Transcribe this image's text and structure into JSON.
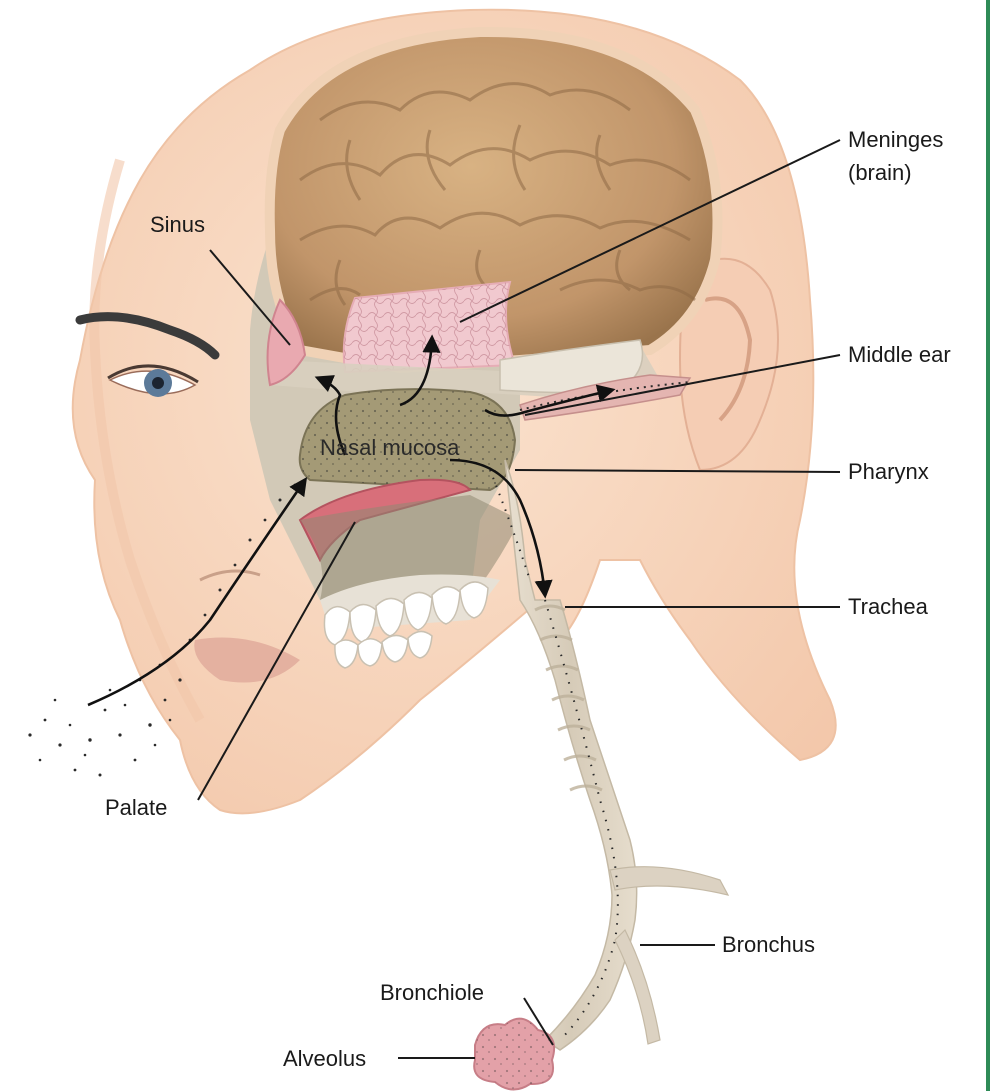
{
  "labels": {
    "meninges_line1": "Meninges",
    "meninges_line2": "(brain)",
    "sinus": "Sinus",
    "middle_ear": "Middle ear",
    "nasal_mucosa": "Nasal mucosa",
    "pharynx": "Pharynx",
    "trachea": "Trachea",
    "palate": "Palate",
    "bronchus": "Bronchus",
    "bronchiole": "Bronchiole",
    "alveolus": "Alveolus"
  },
  "colors": {
    "skin": "#f8d6bf",
    "skin_shadow": "#eebfa4",
    "brain": "#c49a6c",
    "brain_dark": "#8d6a45",
    "meninges": "#f1c9cf",
    "bone": "#ddd5c5",
    "cavity": "#ccc5b3",
    "mucosa": "#9b9270",
    "tongue": "#d9707c",
    "airway": "#d9cfbe",
    "alveolus": "#e3a1a8",
    "frame": "#2e8b57"
  }
}
